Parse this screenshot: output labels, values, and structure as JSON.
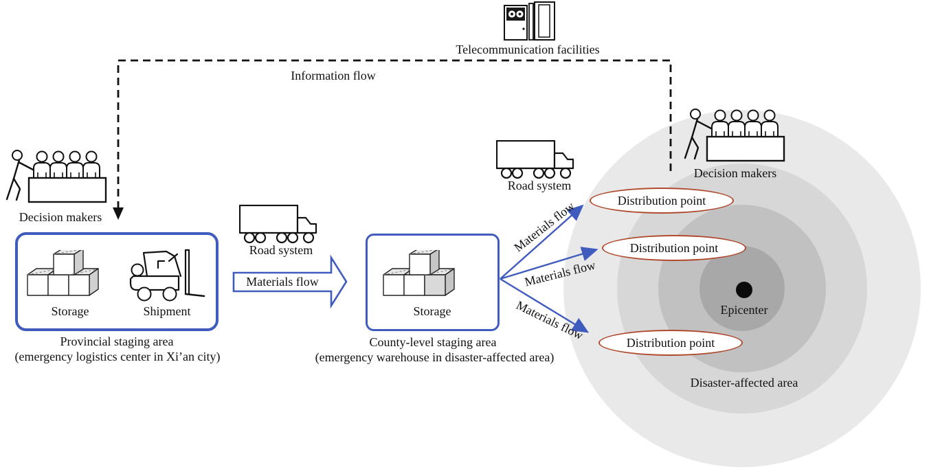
{
  "colors": {
    "accent_blue": "#3f5bbd",
    "ellipse_red": "#b04a2e",
    "ring_outer": "#e9e9e9",
    "ring_third": "#d7d7d7",
    "ring_second": "#c1c1c1",
    "ring_inner": "#a8a8a8",
    "epicenter_dot": "#0a0a0a"
  },
  "top": {
    "telecom_label": "Telecommunication facilities",
    "information_flow_label": "Information  flow"
  },
  "left": {
    "decision_makers_label": "Decision makers",
    "storage_label": "Storage",
    "shipment_label": "Shipment",
    "area_title": "Provincial staging area",
    "area_subtitle": "(emergency logistics center in Xi’an city)"
  },
  "middle": {
    "road_system_label": "Road system",
    "materials_flow_label": "Materials flow",
    "storage_label": "Storage",
    "area_title": "County-level staging area",
    "area_subtitle": "(emergency warehouse  in disaster-affected area)"
  },
  "right": {
    "road_system_label": "Road system",
    "decision_makers_label": "Decision makers",
    "distribution_points": [
      "Distribution point",
      "Distribution point",
      "Distribution point"
    ],
    "materials_flow_labels": [
      "Materials flow",
      "Materials flow",
      "Materials flow"
    ],
    "epicenter_label": "Epicenter",
    "disaster_area_label": "Disaster-affected area"
  }
}
